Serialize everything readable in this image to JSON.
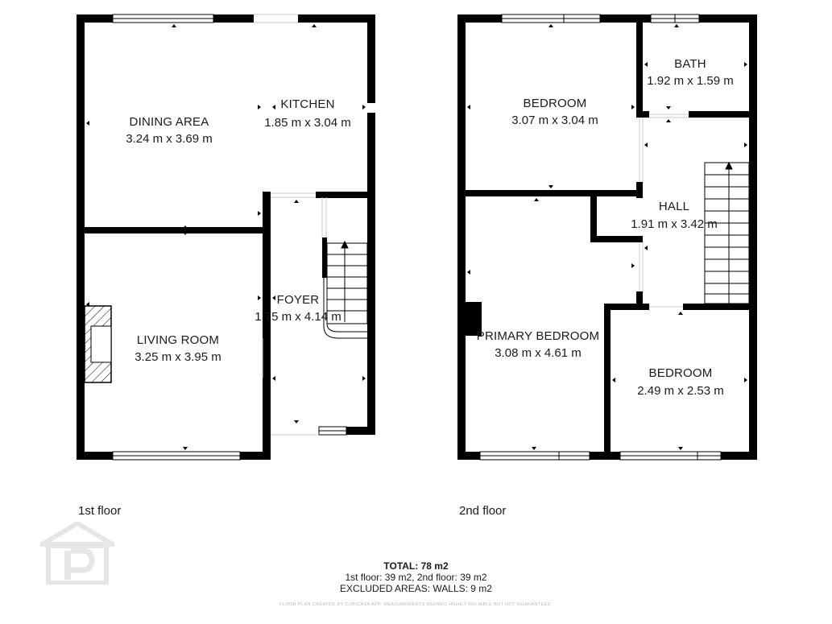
{
  "floors": [
    {
      "label": "1st floor",
      "rooms": [
        {
          "name": "DINING AREA",
          "dims": "3.24 m x 3.69 m"
        },
        {
          "name": "KITCHEN",
          "dims": "1.85 m x 3.04 m"
        },
        {
          "name": "LIVING ROOM",
          "dims": "3.25 m x 3.95 m"
        },
        {
          "name": "FOYER",
          "dims": "1.75 m x 4.14 m"
        }
      ]
    },
    {
      "label": "2nd floor",
      "rooms": [
        {
          "name": "BEDROOM",
          "dims": "3.07 m x 3.04 m"
        },
        {
          "name": "BATH",
          "dims": "1.92 m x 1.59 m"
        },
        {
          "name": "HALL",
          "dims": "1.91 m x 3.42 m"
        },
        {
          "name": "PRIMARY BEDROOM",
          "dims": "3.08 m x 4.61 m"
        },
        {
          "name": "BEDROOM",
          "dims": "2.49 m x 2.53 m"
        }
      ]
    }
  ],
  "totals": {
    "total": "TOTAL: 78 m2",
    "per_floor": "1st floor: 39 m2, 2nd floor: 39 m2",
    "excluded": "EXCLUDED AREAS: WALLS: 9 m2"
  },
  "footer_note": "FLOOR PLAN CREATED BY CUBICASA APP. MEASUREMENTS DEEMED HIGHLY RELIABLE BUT NOT GUARANTEED.",
  "watermark_icon": "property-logo-icon",
  "colors": {
    "wall": "#000000",
    "watermark": "#e6e6e6"
  }
}
